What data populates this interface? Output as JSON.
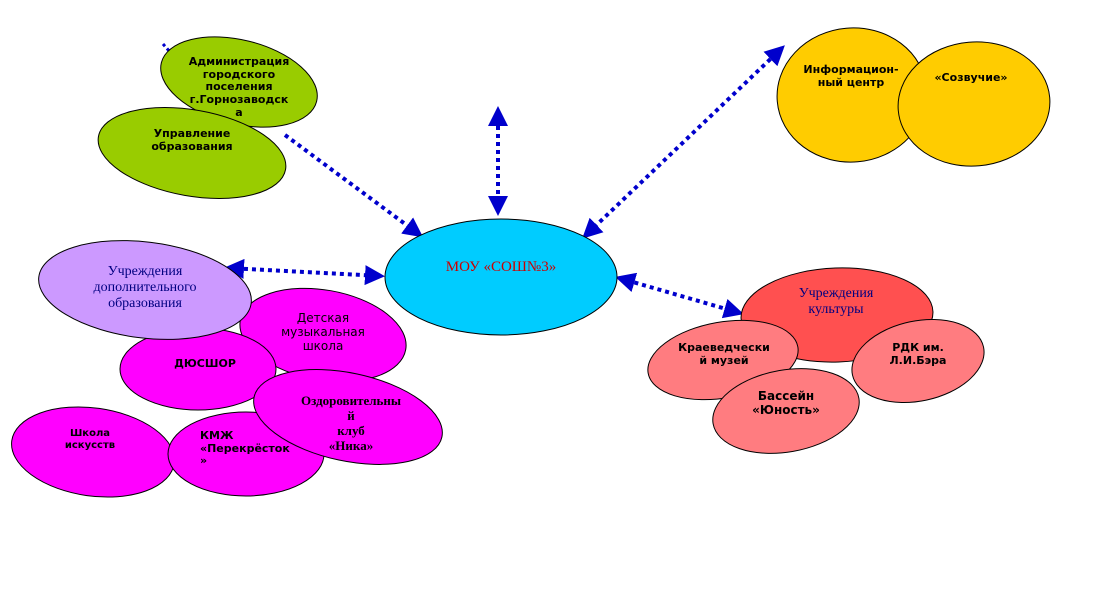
{
  "center": {
    "label": "МОУ «СОШ№3»",
    "color": "#00ccff",
    "text_color": "#cc0000"
  },
  "admin": {
    "label": "Администрация\nгородского\nпоселения\nг.Горнозаводск\nа",
    "color": "#99cc00"
  },
  "education": {
    "label": "Управление\nобразования",
    "color": "#99cc00"
  },
  "info_center": {
    "label": "Информацион-\nный центр",
    "color": "#ffcc00"
  },
  "sozvuchie": {
    "label": "«Созвучие»",
    "color": "#ffcc00"
  },
  "dop_edu": {
    "label": "Учреждения\nдополнительного\nобразования",
    "color": "#cc99ff",
    "text_color": "#000080"
  },
  "music_school": {
    "label": "Детская\nмузыкальная\nшкола",
    "color": "#ff00ff"
  },
  "dyussh": {
    "label": "ДЮСШОР",
    "color": "#ff00ff"
  },
  "health_club": {
    "label": "Оздоровительны\nй\nклуб\n«Ника»",
    "color": "#ff00ff"
  },
  "art_school": {
    "label": "Школа\nискусств",
    "color": "#ff00ff"
  },
  "kmzh": {
    "label": "КМЖ\n«Перекрёсток\n»",
    "color": "#ff00ff"
  },
  "culture": {
    "label": "Учреждения\nкультуры",
    "color": "#ff5050",
    "text_color": "#000080"
  },
  "museum": {
    "label": "Краеведчески\nй музей",
    "color": "#ff7c80"
  },
  "rdk": {
    "label": "РДК им.\nЛ.И.Бэра",
    "color": "#ff7c80"
  },
  "pool": {
    "label": "Бассейн\n«Юность»",
    "color": "#ff7c80"
  },
  "connector_color": "#0000cc"
}
